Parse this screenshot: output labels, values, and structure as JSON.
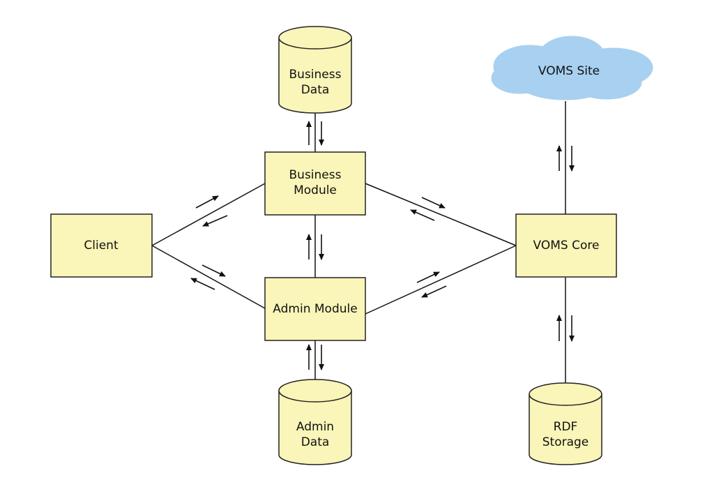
{
  "nodes": {
    "client": "Client",
    "business_module": [
      "Business",
      "Module"
    ],
    "admin_module": "Admin Module",
    "voms_core": "VOMS Core",
    "voms_site": "VOMS Site",
    "business_data": [
      "Business",
      "Data"
    ],
    "admin_data": [
      "Admin",
      "Data"
    ],
    "rdf_storage": [
      "RDF",
      "Storage"
    ]
  },
  "colors": {
    "box_fill": "#faf5b8",
    "cloud_fill": "#a8d0f0",
    "stroke": "#222222"
  }
}
